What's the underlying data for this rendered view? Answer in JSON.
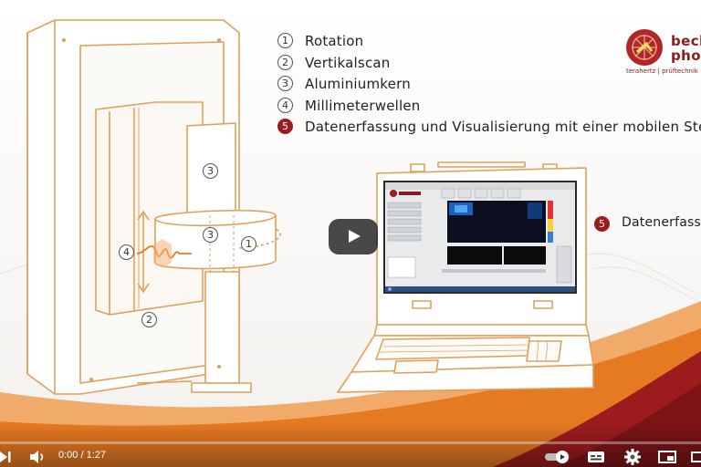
{
  "legend": [
    {
      "num": "1",
      "label": "Rotation",
      "active": false
    },
    {
      "num": "2",
      "label": "Vertikalscan",
      "active": false
    },
    {
      "num": "3",
      "label": "Aluminiumkern",
      "active": false
    },
    {
      "num": "4",
      "label": "Millimeterwellen",
      "active": false
    },
    {
      "num": "5",
      "label": "Datenerfassung und Visualisierung mit einer mobilen Steuere",
      "active": true
    }
  ],
  "logo": {
    "line1": "beck",
    "line2": "phot",
    "tagline": "terahertz | prüftechnik | d"
  },
  "diagram_markers": {
    "m1": "1",
    "m2": "2",
    "m3a": "3",
    "m3b": "3",
    "m4": "4"
  },
  "screen_callout": {
    "num": "5",
    "label": "Datenerfass"
  },
  "player": {
    "time_text": "0:00 / 1:27",
    "icons": [
      "next-icon",
      "volume-icon",
      "autoplay-toggle",
      "subtitles-icon",
      "settings-gear-icon",
      "miniplayer-icon",
      "theater-icon"
    ]
  },
  "colors": {
    "accent_red": "#9c1c1e",
    "drawing_orange": "#e0a05a",
    "swoosh_red": "#9c1c1e",
    "swoosh_orange": "#e8781e"
  }
}
